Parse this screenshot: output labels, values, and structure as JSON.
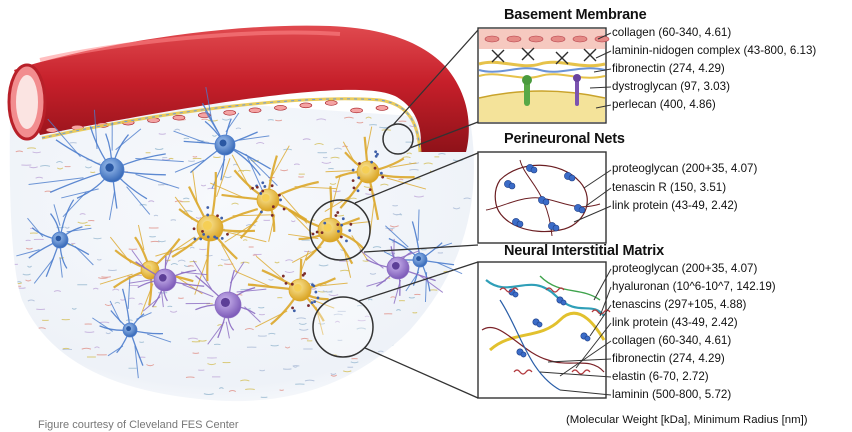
{
  "credit": "Figure courtesy of Cleveland FES Center",
  "units_note": "(Molecular Weight [kDa], Minimum Radius [nm])",
  "sections": [
    {
      "title": "Basement Membrane",
      "items": [
        "collagen (60-340, 4.61)",
        "laminin-nidogen complex (43-800, 6.13)",
        "fibronectin (274, 4.29)",
        "dystroglycan (97, 3.03)",
        "perlecan (400, 4.86)"
      ]
    },
    {
      "title": "Perineuronal Nets",
      "items": [
        "proteoglycan (200+35, 4.07)",
        "tenascin R (150, 3.51)",
        "link protein (43-49, 2.42)"
      ]
    },
    {
      "title": "Neural Interstitial Matrix",
      "items": [
        "proteoglycan (200+35, 4.07)",
        "hyaluronan (10^6-10^7, 142.19)",
        "tenascins (297+105, 4.88)",
        "link protein (43-49, 2.42)",
        "collagen (60-340, 4.61)",
        "fibronectin (274, 4.29)",
        "elastin (6-70, 2.72)",
        "laminin (500-800, 5.72)"
      ]
    }
  ],
  "colors": {
    "vessel": "#c0222b",
    "vessel_light": "#e25a5e",
    "astrocyte": "#3f75c4",
    "neuron": "#e2b32a",
    "microglia": "#8b6cc2",
    "matrix_bg": "#f2f5fa"
  }
}
